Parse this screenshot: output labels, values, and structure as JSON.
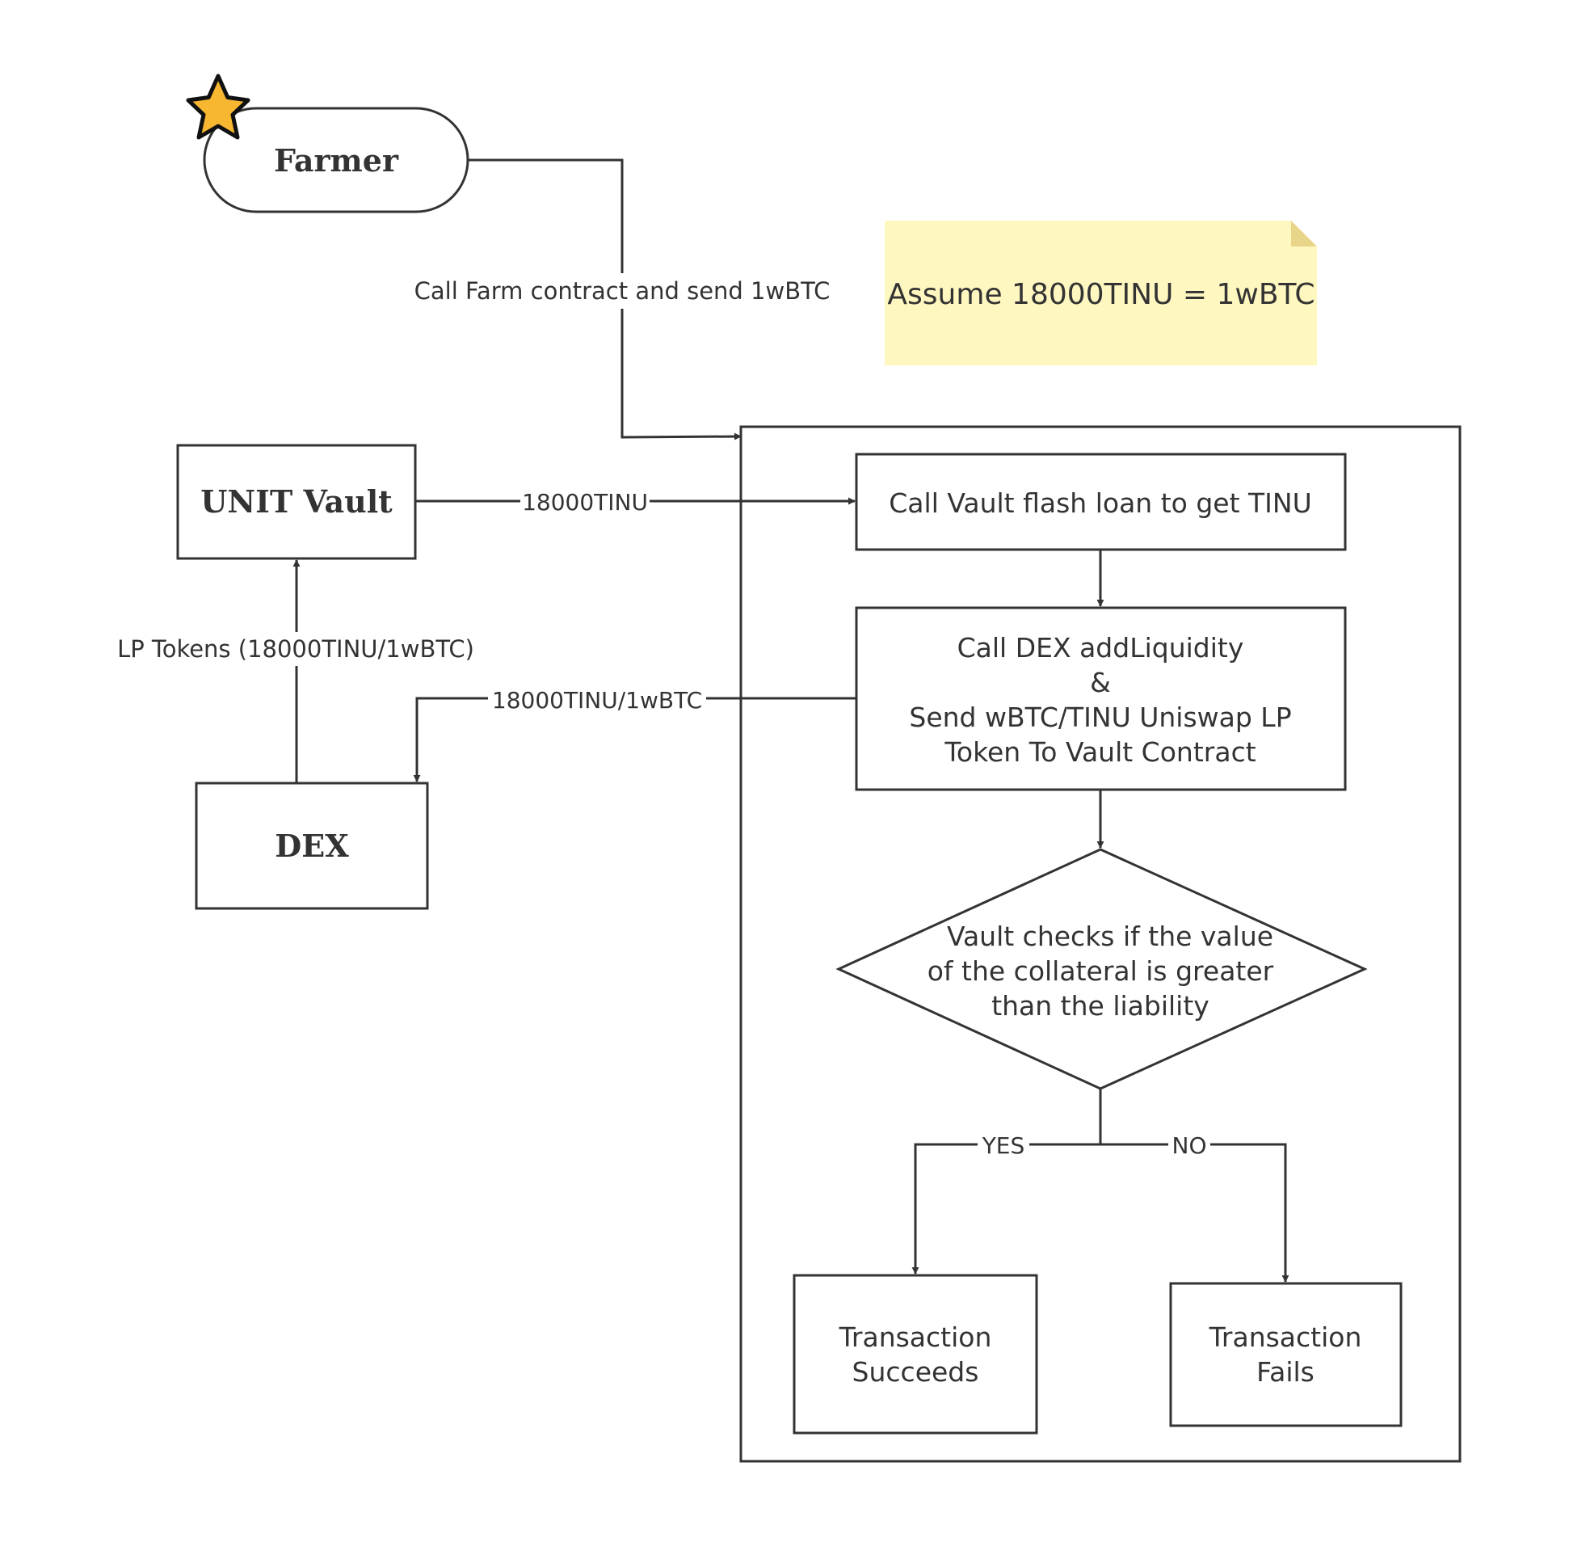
{
  "nodes": {
    "farmer": "Farmer",
    "unit_vault": "UNIT Vault",
    "dex": "DEX",
    "note": "Assume 18000TINU = 1wBTC",
    "flash_loan": "Call Vault flash loan to get TINU",
    "add_liquidity": [
      "Call DEX addLiquidity",
      "&",
      "Send wBTC/TINU Uniswap LP",
      "Token To Vault Contract"
    ],
    "decision": [
      "Vault checks if the value",
      "of the collateral is greater",
      "than the liability"
    ],
    "success": [
      "Transaction",
      "Succeeds"
    ],
    "fails": [
      "Transaction",
      "Fails"
    ]
  },
  "edges": {
    "farmer_to_contract": "Call Farm contract and send 1wBTC",
    "vault_to_flash": "18000TINU",
    "dex_to_vault": "LP Tokens (18000TINU/1wBTC)",
    "liquidity_to_dex": "18000TINU/1wBTC",
    "yes": "YES",
    "no": "NO"
  },
  "colors": {
    "stroke": "#333333",
    "note_fill": "#fff7c0",
    "note_fold": "#e8d58a",
    "star_fill": "#f7b731"
  }
}
